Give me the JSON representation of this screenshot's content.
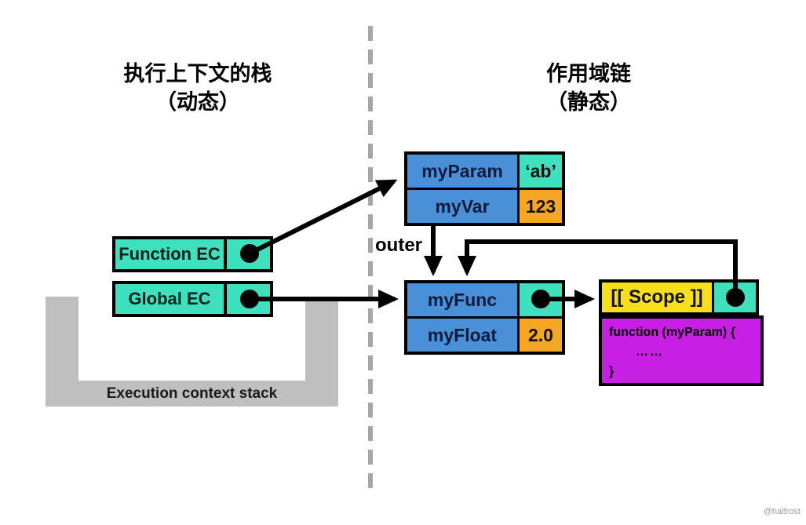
{
  "titles": {
    "left": {
      "line1": "执行上下文的栈",
      "line2": "（动态）"
    },
    "right": {
      "line1": "作用域链",
      "line2": "（静态）"
    }
  },
  "ec_stack": {
    "function_ec_label": "Function EC",
    "global_ec_label": "Global EC",
    "container_label": "Execution context stack"
  },
  "vars_table": {
    "rows": [
      {
        "name": "myParam",
        "value": "‘ab’"
      },
      {
        "name": "myVar",
        "value": "123"
      }
    ]
  },
  "func_table": {
    "rows": [
      {
        "name": "myFunc",
        "value": ""
      },
      {
        "name": "myFloat",
        "value": "2.0"
      }
    ]
  },
  "scope_box": {
    "label": "[[ Scope ]]",
    "code": {
      "line1": "function (myParam) {",
      "line2": "……",
      "line3": "}"
    }
  },
  "labels": {
    "outer": "outer"
  },
  "watermark": "@halfrost",
  "colors": {
    "teal": "#3FE0BD",
    "blue": "#4A90D8",
    "orange": "#F5A623",
    "yellow": "#F7DF1E",
    "magenta": "#C71FE3",
    "stack_gray": "#BFBFBF",
    "divider_gray": "#A6A6A6"
  }
}
